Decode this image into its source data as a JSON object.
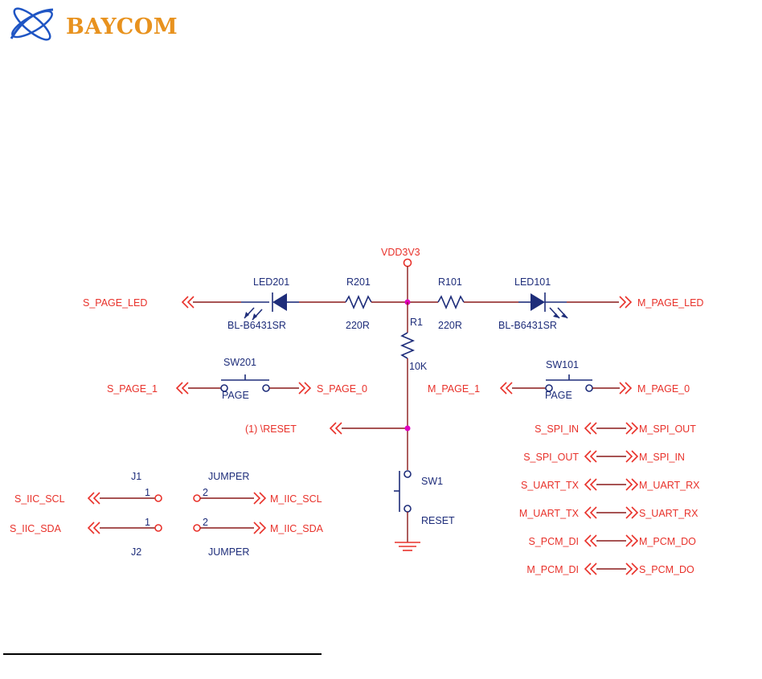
{
  "logo": {
    "text": "BAYCOM",
    "color": "#e8921e"
  },
  "colors": {
    "net_label": "#e8312a",
    "component": "#1e2d7a",
    "wire": "#8a1a1a",
    "junction": "#e000c0"
  },
  "power": {
    "label": "VDD3V3"
  },
  "components": {
    "led201": {
      "ref": "LED201",
      "part": "BL-B6431SR"
    },
    "r201": {
      "ref": "R201",
      "value": "220R"
    },
    "r101": {
      "ref": "R101",
      "value": "220R"
    },
    "led101": {
      "ref": "LED101",
      "part": "BL-B6431SR"
    },
    "r1": {
      "ref": "R1",
      "value": "10K"
    },
    "sw201": {
      "ref": "SW201",
      "value": "PAGE"
    },
    "sw101": {
      "ref": "SW101",
      "value": "PAGE"
    },
    "sw1": {
      "ref": "SW1",
      "value": "RESET"
    },
    "j1": {
      "ref": "J1",
      "value": "JUMPER",
      "pin1": "1",
      "pin2": "2"
    },
    "j2": {
      "ref": "J2",
      "value": "JUMPER",
      "pin1": "1",
      "pin2": "2"
    }
  },
  "nets": {
    "s_page_led": "S_PAGE_LED",
    "m_page_led": "M_PAGE_LED",
    "s_page_1": "S_PAGE_1",
    "s_page_0": "S_PAGE_0",
    "m_page_1": "M_PAGE_1",
    "m_page_0": "M_PAGE_0",
    "reset": "(1)  \\RESET",
    "s_iic_scl": "S_IIC_SCL",
    "m_iic_scl": "M_IIC_SCL",
    "s_iic_sda": "S_IIC_SDA",
    "m_iic_sda": "M_IIC_SDA"
  },
  "bus_links": [
    {
      "left": "S_SPI_IN",
      "right": "M_SPI_OUT"
    },
    {
      "left": "S_SPI_OUT",
      "right": "M_SPI_IN"
    },
    {
      "left": "S_UART_TX",
      "right": "M_UART_RX"
    },
    {
      "left": "M_UART_TX",
      "right": "S_UART_RX"
    },
    {
      "left": "S_PCM_DI",
      "right": "M_PCM_DO"
    },
    {
      "left": "M_PCM_DI",
      "right": "S_PCM_DO"
    }
  ]
}
